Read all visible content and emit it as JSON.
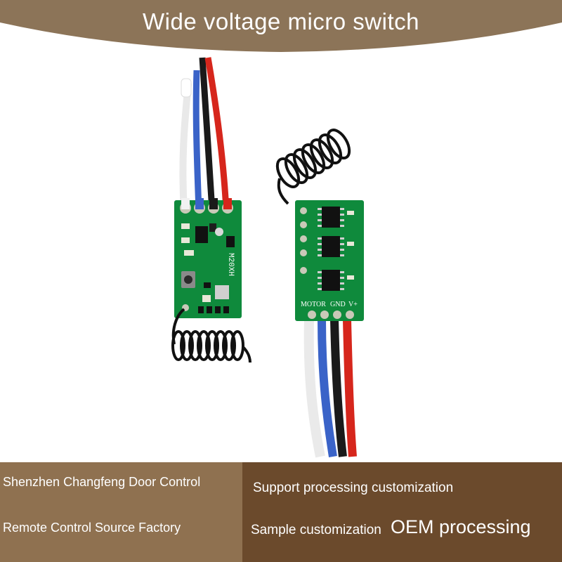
{
  "banner": {
    "title": "Wide voltage micro switch",
    "color": "#8c7458"
  },
  "product": {
    "pcb_color": "#0f8a3c",
    "wire_colors": [
      "#f2f2f2",
      "#3a63c8",
      "#1a1a1a",
      "#d6261c"
    ],
    "terminal_labels": [
      "MOTOR",
      "GND",
      "V+"
    ],
    "silkscreen_code": "M20XH"
  },
  "footer": {
    "left_line_1": "Shenzhen Changfeng Door Control",
    "left_line_2": "Remote Control Source Factory",
    "right_line_1": "Support processing customization",
    "right_line_2": "Sample customization",
    "right_line_3": "OEM processing",
    "color": "#6b4a2c",
    "left_color": "#8f7150"
  }
}
